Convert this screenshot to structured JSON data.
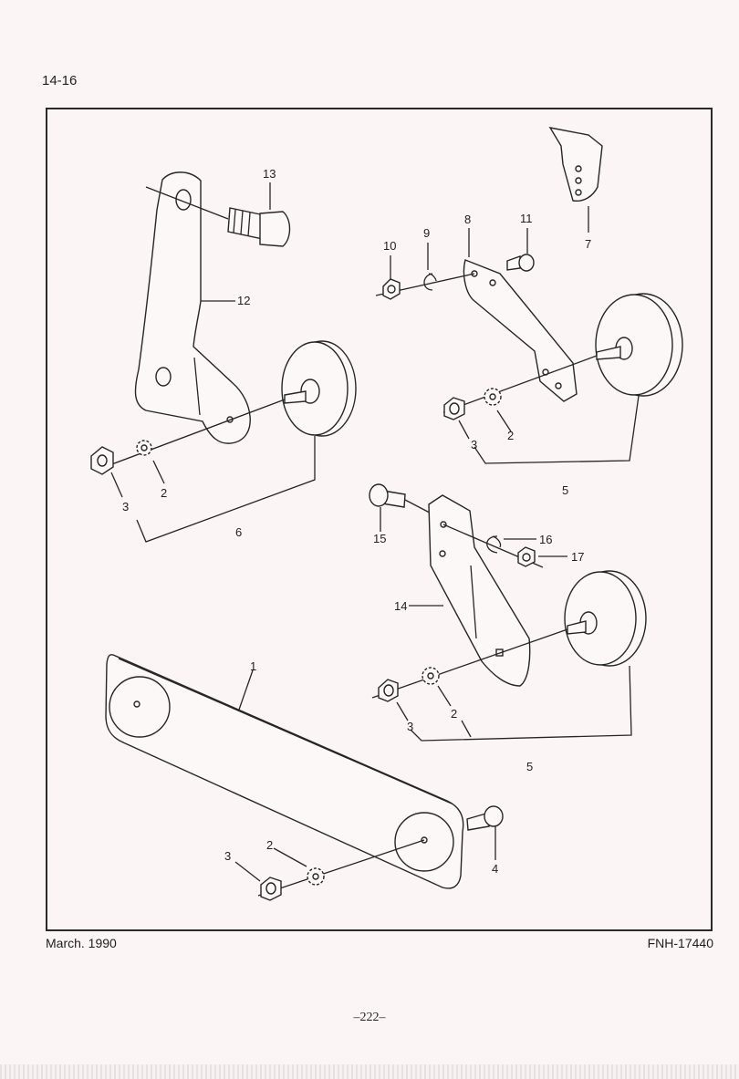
{
  "header": {
    "section": "14-16"
  },
  "footer": {
    "date": "March. 1990",
    "ref": "FNH-17440",
    "page": "–222–"
  },
  "callouts": {
    "c1": "1",
    "c2a": "2",
    "c2b": "2",
    "c2c": "2",
    "c2d": "2",
    "c3a": "3",
    "c3b": "3",
    "c3c": "3",
    "c3d": "3",
    "c4": "4",
    "c5a": "5",
    "c5b": "5",
    "c6": "6",
    "c7": "7",
    "c8": "8",
    "c9": "9",
    "c10": "10",
    "c11": "11",
    "c12": "12",
    "c13": "13",
    "c14": "14",
    "c15": "15",
    "c16": "16",
    "c17": "17"
  }
}
